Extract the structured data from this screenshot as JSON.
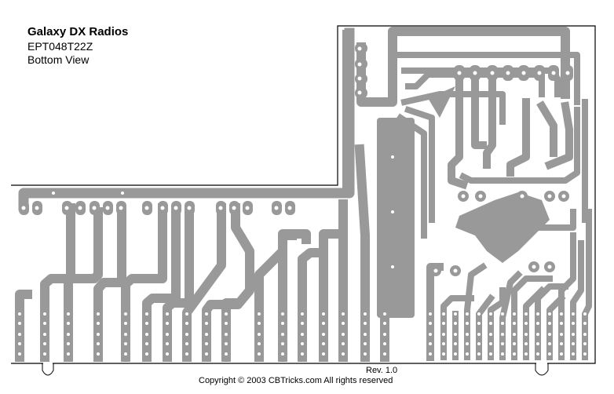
{
  "header": {
    "brand": "Galaxy DX Radios",
    "model": "EPT048T22Z",
    "view": "Bottom View"
  },
  "footer": {
    "revision": "Rev. 1.0",
    "copyright": "Copyright © 2003 CBTricks.com  All rights reserved"
  },
  "colors": {
    "copper": "#999999",
    "outline": "#000000",
    "background": "#ffffff"
  }
}
